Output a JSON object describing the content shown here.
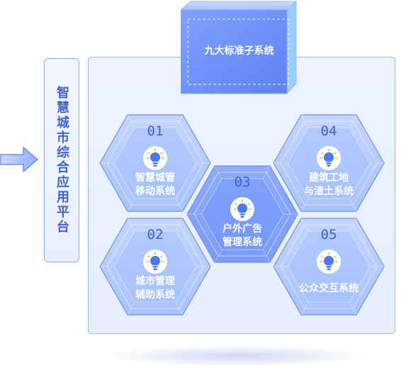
{
  "side_panel": {
    "label": "智慧城市综合应用平台"
  },
  "top_box": {
    "title": "九大标准子系统"
  },
  "modules": [
    {
      "num": "01",
      "line1": "智慧城管",
      "line2": "移动系统"
    },
    {
      "num": "02",
      "line1": "城市管理",
      "line2": "辅助系统"
    },
    {
      "num": "03",
      "line1": "户外广告",
      "line2": "管理系统"
    },
    {
      "num": "04",
      "line1": "建筑工地",
      "line2": "与渣土系统"
    },
    {
      "num": "05",
      "line1": "公众交互系统",
      "line2": ""
    }
  ],
  "colors": {
    "accent": "#3d5fcf",
    "hex_fill": "#a9c3ff",
    "hex_center": "#6f93f5",
    "panel_text": "#3f63c8"
  }
}
